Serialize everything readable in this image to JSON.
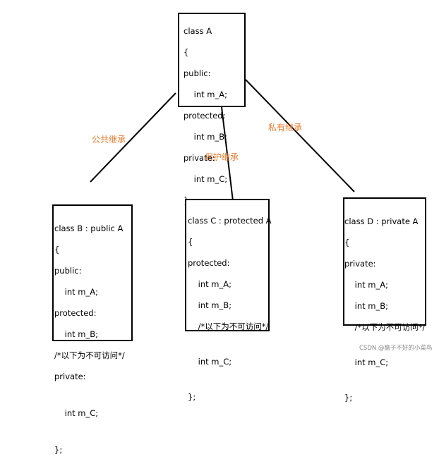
{
  "class_a": {
    "lines": [
      "class A",
      "{",
      "public:",
      "    int m_A;",
      "protected:",
      "    int m_B;",
      "private:",
      "    int m_C;",
      "};"
    ]
  },
  "class_b": {
    "lines": [
      "class B : public A",
      "{",
      "public:",
      "    int m_A;",
      "protected:",
      "    int m_B;",
      "/*以下为不可访问*/",
      "private:",
      "",
      "    int m_C;",
      "",
      "};"
    ]
  },
  "class_c": {
    "lines": [
      "class C : protected A",
      "{",
      "protected:",
      "    int m_A;",
      "    int m_B;",
      "    /*以下为不可访问*/",
      "",
      "    int m_C;",
      "",
      "};"
    ]
  },
  "class_d": {
    "lines": [
      "class D : private A",
      "{",
      "private:",
      "    int m_A;",
      "    int m_B;",
      "    /*以下为不可访问*/",
      "",
      "    int m_C;",
      "",
      "};"
    ]
  },
  "edges": {
    "public_label": "公共继承",
    "protected_label": "保护继承",
    "private_label": "私有继承"
  },
  "watermark": "CSDN @脑子不好的小菜鸟"
}
